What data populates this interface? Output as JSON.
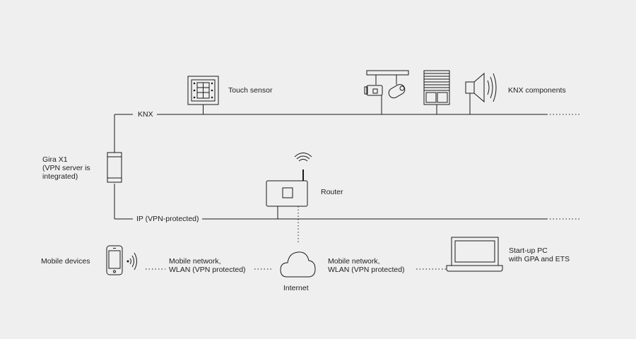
{
  "labels": {
    "touch_sensor": "Touch sensor",
    "knx_components": "KNX components",
    "knx_bus": "KNX",
    "gira_x1": "Gira X1\n(VPN server is\nintegrated)",
    "router": "Router",
    "ip_line": "IP (VPN-protected)",
    "mobile_devices": "Mobile devices",
    "mobile_network_left": "Mobile network,\nWLAN (VPN protected)",
    "internet": "Internet",
    "mobile_network_right": "Mobile network,\nWLAN (VPN protected)",
    "startup_pc": "Start-up PC\nwith GPA and ETS"
  },
  "colors": {
    "background": "#efefef",
    "line": "#1a1a1a",
    "text": "#222222"
  },
  "icons": [
    "touch-sensor-icon",
    "spotlight-icon",
    "blind-actuator-icon",
    "speaker-icon",
    "gira-x1-icon",
    "router-icon",
    "wifi-icon",
    "smartphone-icon",
    "signal-icon",
    "cloud-icon",
    "laptop-icon"
  ]
}
